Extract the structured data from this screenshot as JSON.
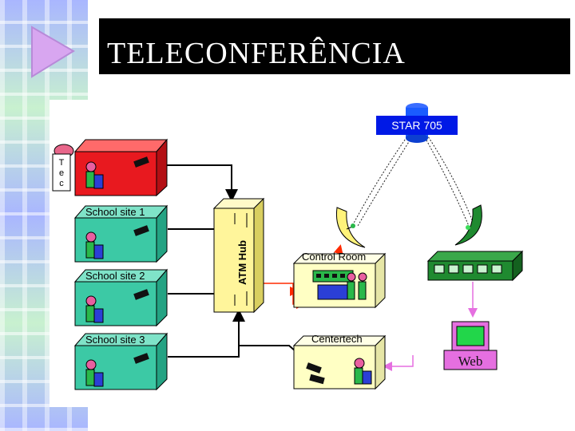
{
  "slide": {
    "title": "TELECONFERÊNCIA"
  },
  "diagram": {
    "satellite_label": "STAR 705",
    "tec_label_chars": [
      "T",
      "e",
      "c"
    ],
    "hub_label": "ATM Hub",
    "school_site_1": "School site 1",
    "school_site_2": "School site 2",
    "school_site_3": "School site 3",
    "control_room": "Control Room",
    "centertech": "Centertech",
    "web": "Web"
  },
  "colors": {
    "site_green": "#3cc9a5",
    "site_green_top": "#7fe3c8",
    "site_red": "#e8191f",
    "hub_yellow": "#fff59b",
    "building_yellow": "#ffffc4",
    "switch_green": "#1f8a30",
    "satellite_blue": "#1a5cff",
    "web_magenta": "#e56fe0",
    "arrow_red": "#ff2a00"
  }
}
